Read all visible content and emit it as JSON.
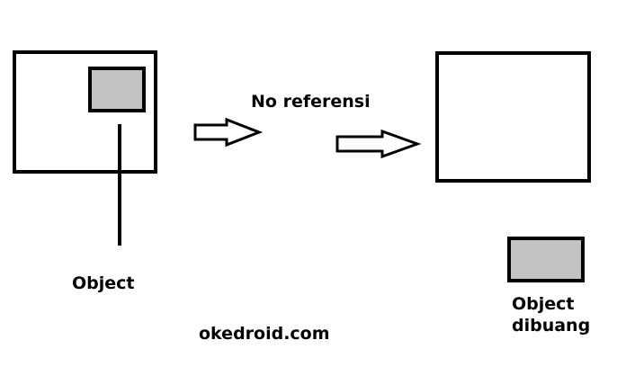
{
  "labels": {
    "no_reference": "No referensi",
    "object": "Object",
    "object_discarded_line1": "Object",
    "object_discarded_line2": "dibuang",
    "watermark": "okedroid.com"
  },
  "colors": {
    "stroke": "#000000",
    "object_fill": "#c3c3c3",
    "arrow_fill": "#ffffff",
    "background": "#ffffff"
  }
}
